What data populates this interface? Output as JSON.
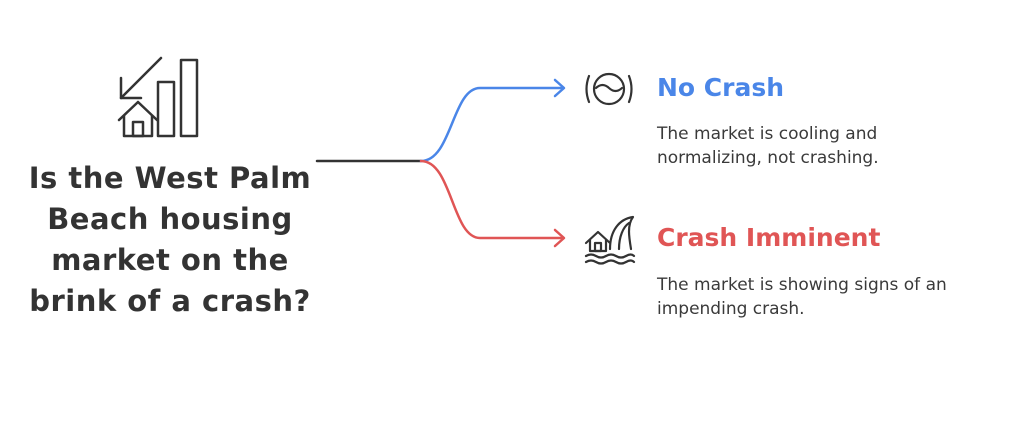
{
  "question": "Is the West Palm Beach housing market on the brink of a crash?",
  "branches": [
    {
      "title": "No Crash",
      "description": "The market is cooling and normalizing, not crashing.",
      "icon": "calm-waves-icon",
      "color": "#4a86e8"
    },
    {
      "title": "Crash Imminent",
      "description": "The market is showing signs of an impending crash.",
      "icon": "tsunami-house-icon",
      "color": "#e05555"
    }
  ],
  "main_icon": "house-price-decline-icon",
  "colors": {
    "text": "#333333",
    "stem": "#333333",
    "blue": "#4a86e8",
    "red": "#e05555"
  }
}
